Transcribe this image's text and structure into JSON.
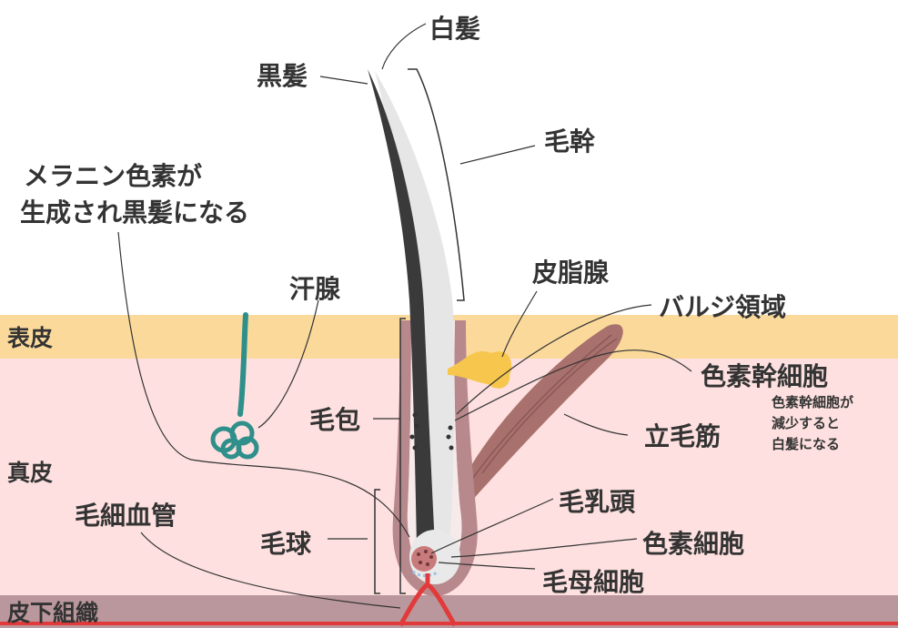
{
  "layers": {
    "epidermis": "表皮",
    "dermis": "真皮",
    "subcutaneous": "皮下組織"
  },
  "labels": {
    "white_hair": "白髪",
    "black_hair": "黒髪",
    "hair_shaft": "毛幹",
    "melanin_line1": "メラニン色素が",
    "melanin_line2": "生成され黒髪になる",
    "sweat_gland": "汗腺",
    "sebaceous_gland": "皮脂腺",
    "bulge_region": "バルジ領域",
    "melanocyte_stem_cell": "色素幹細胞",
    "note_line1": "色素幹細胞が",
    "note_line2": "減少すると",
    "note_line3": "白髪になる",
    "hair_follicle": "毛包",
    "arrector_pili": "立毛筋",
    "capillary": "毛細血管",
    "dermal_papilla": "毛乳頭",
    "hair_bulb": "毛球",
    "melanocyte": "色素細胞",
    "hair_matrix_cell": "毛母細胞"
  },
  "colors": {
    "epidermis": "#fbd99b",
    "dermis": "#fde0df",
    "subcutaneous": "#b9979c",
    "hair_dark": "#3a3a3a",
    "hair_white": "#e8e8e8",
    "follicle": "#b7888c",
    "sweat_gland": "#2f8f8a",
    "sebaceous": "#f7c64d",
    "muscle": "#a8716d",
    "blood": "#e23a3a",
    "text": "#333333"
  }
}
